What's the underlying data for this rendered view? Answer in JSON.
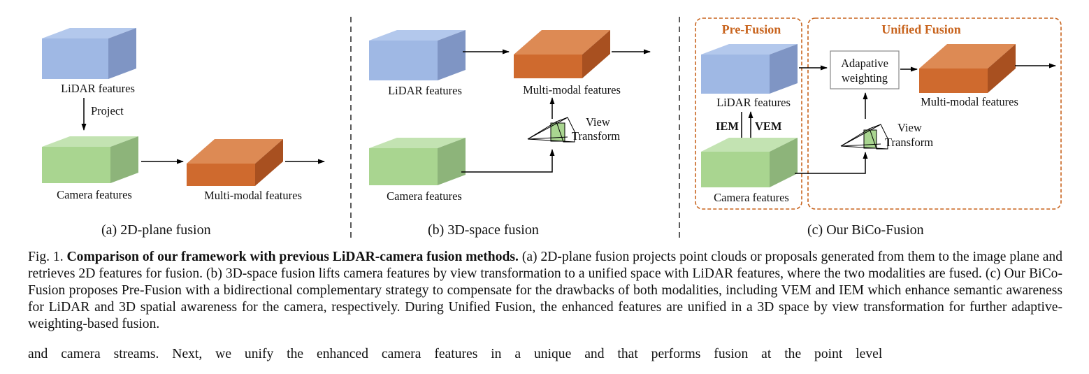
{
  "panel_a": {
    "lidar_label": "LiDAR features",
    "project_label": "Project",
    "camera_label": "Camera features",
    "multimodal_label": "Multi-modal features",
    "subcaption": "(a) 2D-plane fusion"
  },
  "panel_b": {
    "lidar_label": "LiDAR features",
    "multimodal_label": "Multi-modal features",
    "view_label": "View",
    "transform_label": "Transform",
    "camera_label": "Camera features",
    "subcaption": "(b) 3D-space fusion"
  },
  "panel_c": {
    "prefusion_label": "Pre-Fusion",
    "unified_label": "Unified Fusion",
    "lidar_label": "LiDAR features",
    "iem_label": "IEM",
    "vem_label": "VEM",
    "camera_label": "Camera features",
    "adaptive_line1": "Adapative",
    "adaptive_line2": "weighting",
    "view_label": "View",
    "transform_label": "Transform",
    "multimodal_label": "Multi-modal features",
    "subcaption": "(c) Our BiCo-Fusion"
  },
  "caption": {
    "prefix": "Fig. 1. ",
    "bold": "Comparison of our framework with previous LiDAR-camera fusion methods.",
    "body": " (a) 2D-plane fusion projects point clouds or proposals generated from them to the image plane and retrieves 2D features for fusion. (b) 3D-space fusion lifts camera features by view transformation to a unified space with LiDAR features, where the two modalities are fused. (c) Our BiCo-Fusion proposes Pre-Fusion with a bidirectional complementary strategy to compensate for the drawbacks of both modalities, including VEM and IEM which enhance semantic awareness for LiDAR and 3D spatial awareness for the camera, respectively. During Unified Fusion, the enhanced features are unified in a 3D space by view transformation for further adaptive-weighting-based fusion."
  },
  "body_text_fragment": "and camera streams. Next, we unify the enhanced camera features in a unique and that performs fusion at the point level",
  "colors": {
    "lidar_top": "#a9c1e8",
    "lidar_front": "#9fb8e4",
    "lidar_side": "#7f95c4",
    "camera_top": "#b8dca4",
    "camera_front": "#a9d590",
    "camera_side": "#8db47a",
    "multi_top": "#dd8a54",
    "multi_front": "#cf6a2e",
    "multi_side": "#a85020",
    "accent_orange": "#c8641e"
  }
}
